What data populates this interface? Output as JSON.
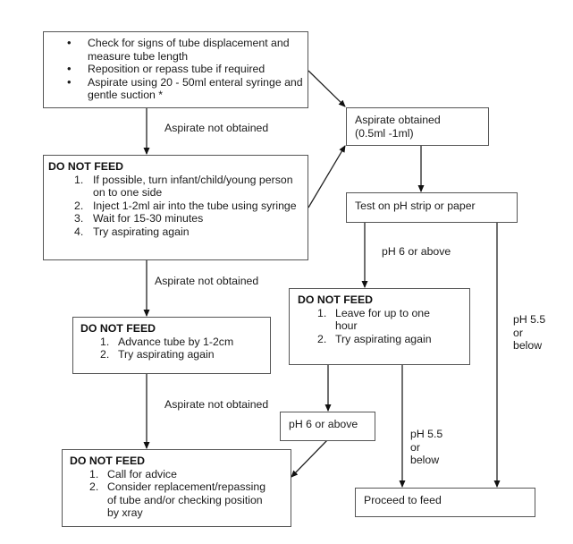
{
  "flowchart": {
    "start_box": {
      "bullets": [
        "Check for signs of tube displacement and measure tube length",
        "Reposition or repass tube if required",
        "Aspirate using 20 - 50ml enteral syringe and gentle suction   *"
      ]
    },
    "dnf_box_1": {
      "title": "DO NOT FEED",
      "steps": [
        "If possible, turn infant/child/young person on to one side",
        "Inject 1-2ml air into the tube using syringe",
        "Wait for 15-30 minutes",
        "Try aspirating again"
      ]
    },
    "dnf_box_2": {
      "title": "DO NOT FEED",
      "steps": [
        "Advance tube by 1-2cm",
        "Try aspirating again"
      ]
    },
    "dnf_box_3": {
      "title": "DO NOT FEED",
      "steps": [
        "Call for advice",
        "Consider replacement/repassing of tube and/or checking position by xray"
      ]
    },
    "dnf_box_right": {
      "title": "DO NOT FEED",
      "steps": [
        "Leave for up to one hour",
        "Try aspirating again"
      ]
    },
    "aspirate_obtained": "Aspirate obtained (0.5ml -1ml)",
    "test_ph": "Test on pH strip or paper",
    "ph6_box": "pH 6 or above",
    "proceed": "Proceed to feed",
    "labels": {
      "not_obtained_1": "Aspirate not obtained",
      "not_obtained_2": "Aspirate not obtained",
      "not_obtained_3": "Aspirate not obtained",
      "ph6_above": "pH 6 or above",
      "ph55_below_right": "pH 5.5 or below",
      "ph55_below_mid": "pH 5.5 or below"
    },
    "step_numbers": [
      "1.",
      "2.",
      "3.",
      "4."
    ]
  }
}
